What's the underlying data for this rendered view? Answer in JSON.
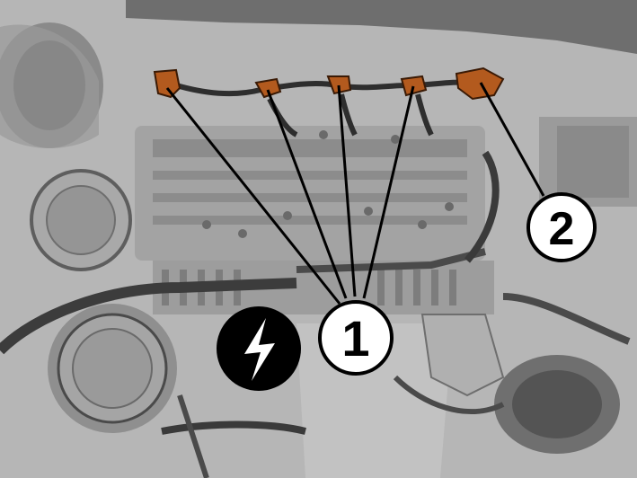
{
  "figure": {
    "callouts": [
      {
        "id": "callout-1",
        "label": "1"
      },
      {
        "id": "callout-2",
        "label": "2"
      }
    ],
    "warning_icon": "lightning-bolt-icon",
    "colors": {
      "background": "#b4b4b4",
      "highlight": "#b35a1e",
      "line": "#000000",
      "callout_fill": "#ffffff"
    }
  }
}
